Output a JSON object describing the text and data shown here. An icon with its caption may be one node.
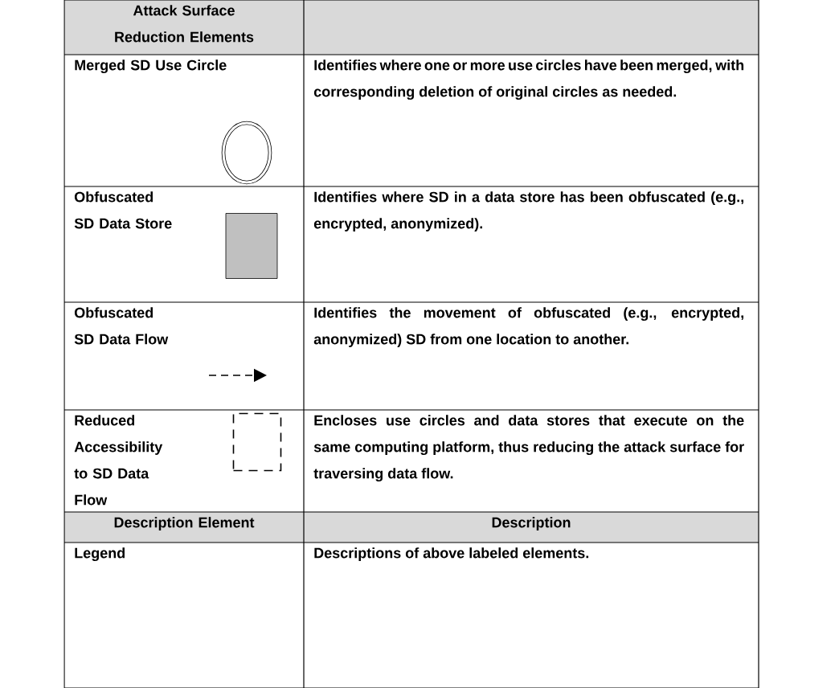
{
  "diagram": {
    "nodes": [
      {
        "text": [],
        "shape": "circle"
      },
      {
        "text": [],
        "shape": "box"
      },
      {
        "text": [],
        "shape": "box"
      }
    ],
    "labels": [
      "Attack Surface Reduction Elements",
      "Merged SD Use Circle",
      "Identifies where one or more use circles have been merged, with corresponding deletion of original circles as needed.",
      "Obfuscated SD Data Store",
      "Identifies where SD in a data store has been obfuscated (e.g., encrypted, anonymized).",
      "Obfuscated SD Data Flow",
      "Identifies the movement of obfuscated (e.g., encrypted, anonymized) SD from one location to another.",
      "Reduced Accessibility to SD Data Flow",
      "Encloses use circles and data stores that execute on the same computing platform, thus reducing the attack surface for traversing data flow.",
      "Description Element",
      "Description",
      "Legend",
      "Descriptions of above labeled elements."
    ]
  }
}
